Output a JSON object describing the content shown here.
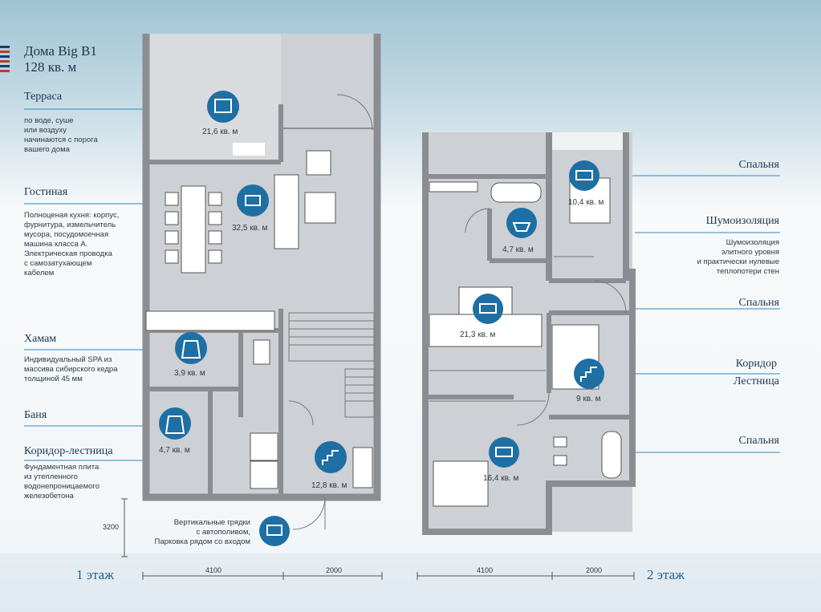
{
  "title": {
    "line1": "Дома Big B1",
    "line2": "128 кв. м"
  },
  "left_sections": [
    {
      "heading": "Терраса",
      "description": [
        "по воде, суше",
        "или воздуху",
        "начинаются с порога",
        "вашего дома"
      ]
    },
    {
      "heading": "Гостиная",
      "description": [
        "Полноценая кухня: корпус,",
        "фурнитура, измельчитель",
        "мусора, посудомоечная",
        "машина класса А.",
        "Электрическая проводка",
        "с самозатухающем",
        "кабелем"
      ]
    },
    {
      "heading": "Хамам",
      "description": [
        "Индивидуальный SPA из",
        "массива сибирского кедра",
        "толщиной 45 мм"
      ]
    },
    {
      "heading": "Баня",
      "description": []
    },
    {
      "heading": "Коридор-лестница",
      "description": [
        "Фундаментная плита",
        "из утепленного",
        "водонепроницаемого",
        "железобетона"
      ]
    }
  ],
  "right_sections": [
    {
      "heading": "Спальня",
      "description": []
    },
    {
      "heading": "Шумоизоляция",
      "description": [
        "Шумоизоляция",
        "элитного уровня",
        "и практически нулевые",
        "теплопотери стен"
      ]
    },
    {
      "heading": "Спальня",
      "description": []
    },
    {
      "heading": "Коридор",
      "heading2": "Лестница",
      "description": []
    },
    {
      "heading": "Спальня",
      "description": []
    }
  ],
  "areas": {
    "terrace": "21,6 кв. м",
    "living": "32,5 кв. м",
    "hamam": "3,9 кв. м",
    "banya": "4,7 кв. м",
    "corridor1": "12,8 кв. м",
    "bath2": "4,7 кв. м",
    "bed2a": "10,4 кв. м",
    "bed2b": "21,3 кв. м",
    "corridor2": "9 кв. м",
    "bed2c": "16,4 кв. м"
  },
  "parking_note": [
    "Вертикальные грядки",
    "с автополивом,",
    "Парковка рядом со входом"
  ],
  "dimensions": {
    "height": "3200",
    "width_a": "4100",
    "width_b": "2000"
  },
  "floors": {
    "first": "1 этаж",
    "second": "2 этаж"
  },
  "colors": {
    "accent": "#1e6fa4",
    "wall": "#8a8e93",
    "floor": "#cfd2d6",
    "text": "#1e3550",
    "line": "#2d89c0"
  }
}
